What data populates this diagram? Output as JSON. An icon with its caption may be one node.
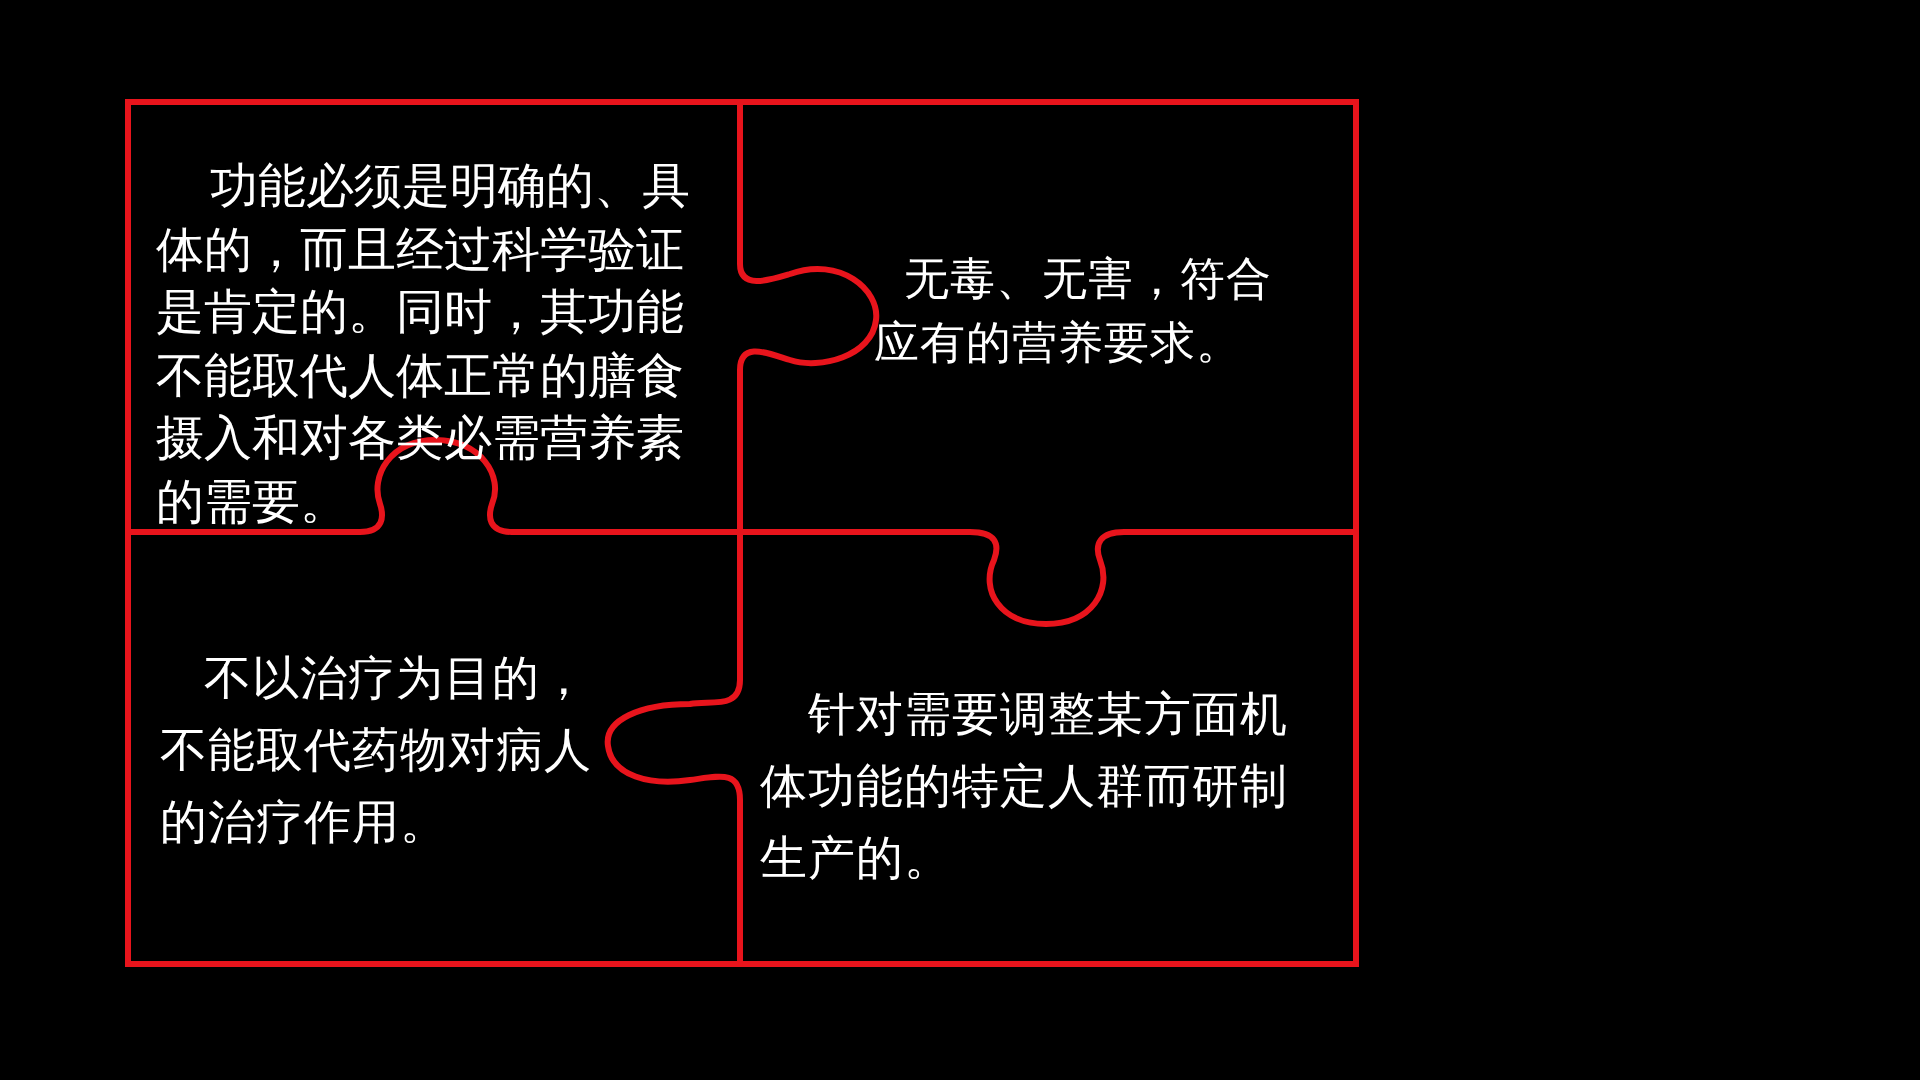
{
  "diagram": {
    "nodes": [
      {
        "text": [
          "功能必须是明确的、具体的，而且经过科学验证是肯定的。同时，其功能不能取代人体正常的膳食摄入和对各类必需营养素的需要。"
        ]
      },
      {
        "text": [
          "无毒、无害，符合应有的营养要求。"
        ]
      },
      {
        "text": [
          "不以治疗为目的，不能取代药物对病人的治疗作用。"
        ]
      },
      {
        "text": [
          "针对需要调整某方面机体功能的特定人群而研制生产的。"
        ]
      }
    ]
  }
}
